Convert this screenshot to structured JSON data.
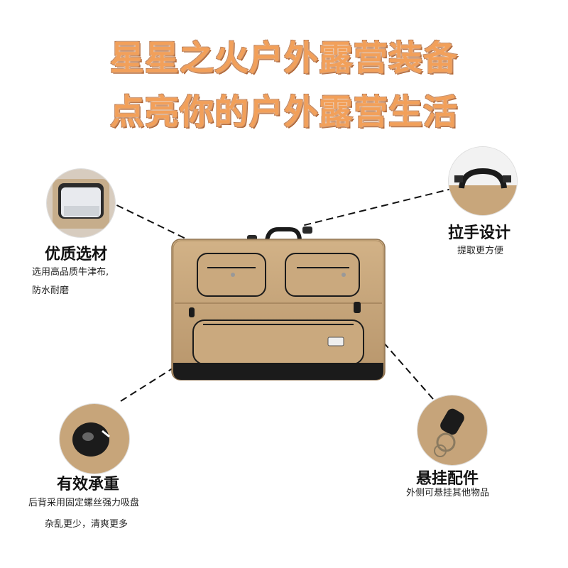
{
  "headline": {
    "line1": "星星之火户外露营装备",
    "line2": "点亮你的户外露营生活"
  },
  "features": {
    "material": {
      "title": "优质选材",
      "desc_line1": "选用高品质牛津布,",
      "desc_line2": "防水耐磨",
      "icon": "open-pocket-closeup"
    },
    "handle": {
      "title": "拉手设计",
      "desc": "提取更方便",
      "icon": "handle-closeup"
    },
    "load": {
      "title": "有效承重",
      "desc_line1": "后背采用固定螺丝强力吸盘",
      "desc_line2": "杂乱更少，清爽更多",
      "icon": "suction-cup-closeup"
    },
    "hanging": {
      "title": "悬挂配件",
      "desc": "外侧可悬挂其他物品",
      "icon": "hanging-clip-closeup"
    }
  },
  "colors": {
    "headline": "#f2a05a",
    "headline_outline": "#a8541c",
    "bag_tan": "#c9a77c",
    "zipper_black": "#1b1b1b"
  }
}
